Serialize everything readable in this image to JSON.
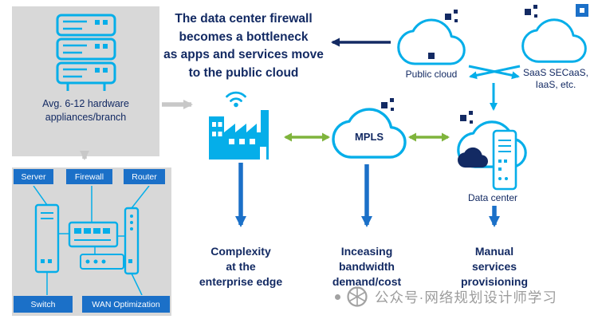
{
  "colors": {
    "cyan": "#05AEE9",
    "navy": "#132A63",
    "green": "#7FB43C",
    "blue": "#1B70C8",
    "box_gray": "#D8D8D8",
    "arrow_gray": "#C8C8C8",
    "watermark_gray": "#9C9C9C"
  },
  "headline": {
    "lines": [
      "The data center firewall",
      "becomes a bottleneck",
      "as apps and services move",
      "to the public cloud"
    ]
  },
  "branch_box": {
    "label_lines": [
      "Avg. 6-12 hardware",
      "appliances/branch"
    ]
  },
  "equipment_box": {
    "top_buttons": [
      "Server",
      "Firewall",
      "Router"
    ],
    "bottom_buttons": [
      "Switch",
      "WAN Optimization"
    ]
  },
  "clouds": {
    "public": {
      "label": "Public cloud"
    },
    "saas": {
      "label_lines": [
        "SaaS SECaaS,",
        "IaaS, etc."
      ]
    },
    "mpls": {
      "label": "MPLS"
    },
    "datacenter": {
      "label": "Data center"
    }
  },
  "bottom_labels": [
    {
      "lines": [
        "Complexity",
        "at the",
        "enterprise edge"
      ]
    },
    {
      "lines": [
        "Inceasing",
        "bandwidth",
        "demand/cost"
      ]
    },
    {
      "lines": [
        "Manual",
        "services",
        "provisioning"
      ]
    }
  ],
  "watermark": {
    "text": "公众号·网络规划设计师学习"
  }
}
